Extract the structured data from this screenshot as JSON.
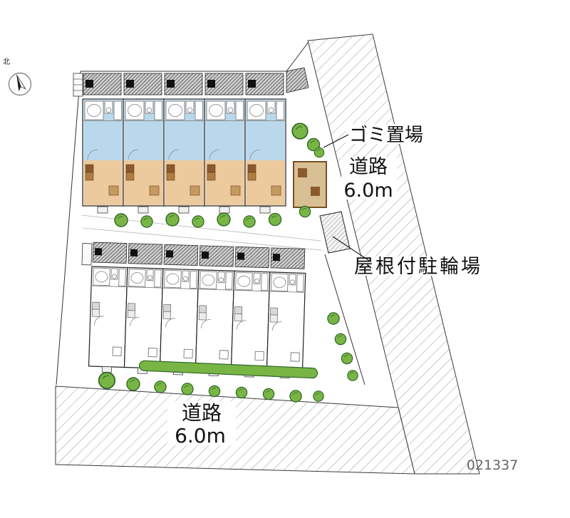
{
  "plan": {
    "compass": {
      "label": "北"
    },
    "labels": {
      "garbage": "ゴミ置場",
      "bike_parking": "屋根付駐輪場",
      "road_right": {
        "name": "道路",
        "width": "6.0m"
      },
      "road_bottom": {
        "name": "道路",
        "width": "6.0m"
      }
    },
    "plan_number": "021337",
    "colors": {
      "room_blue": "#b9d8ec",
      "room_tan": "#edc99e",
      "kitchen_brown": "#8a5a2e",
      "kitchen_brown_light": "#b07c44",
      "tree_green": "#79b544",
      "tree_outline": "#2f6627",
      "garbage_fill": "#d8bf94",
      "garbage_border": "#7a4f1f"
    }
  }
}
